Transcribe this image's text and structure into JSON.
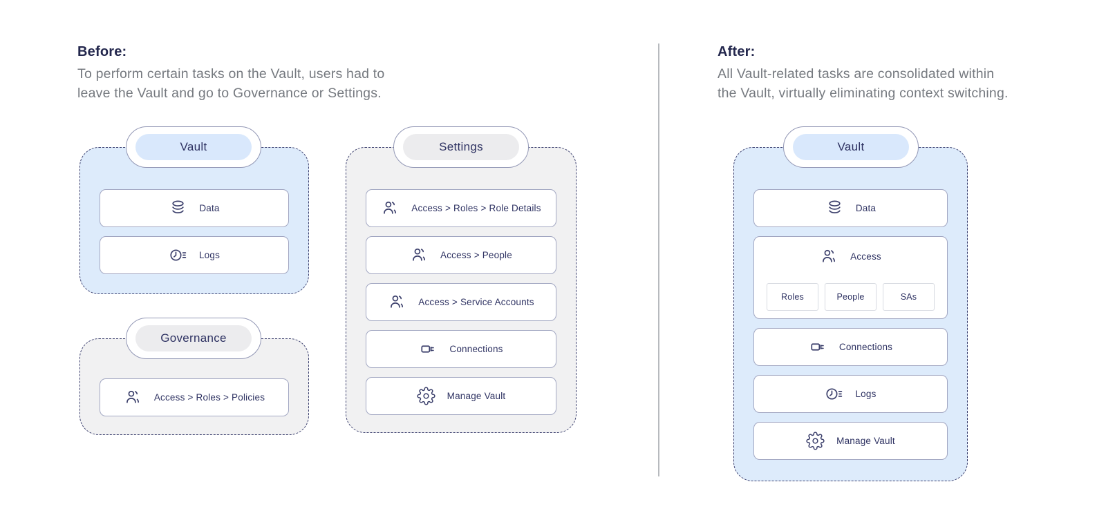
{
  "panels": {
    "before": {
      "heading": "Before:",
      "description_lines": [
        "To perform certain tasks on the Vault, users had to",
        "leave the Vault and go to Governance or Settings."
      ],
      "containers": {
        "vault": {
          "title": "Vault",
          "theme": "blue",
          "items": [
            {
              "icon": "database-icon",
              "label": "Data"
            },
            {
              "icon": "clock-lines-icon",
              "label": "Logs"
            }
          ]
        },
        "governance": {
          "title": "Governance",
          "theme": "gray",
          "items": [
            {
              "icon": "people-icon",
              "label": "Access > Roles > Policies"
            }
          ]
        },
        "settings": {
          "title": "Settings",
          "theme": "gray",
          "items": [
            {
              "icon": "people-icon",
              "label": "Access > Roles > Role Details"
            },
            {
              "icon": "people-icon",
              "label": "Access > People"
            },
            {
              "icon": "people-icon",
              "label": "Access > Service Accounts"
            },
            {
              "icon": "connector-icon",
              "label": "Connections"
            },
            {
              "icon": "gear-icon",
              "label": "Manage Vault"
            }
          ]
        }
      }
    },
    "after": {
      "heading": "After:",
      "description_lines": [
        "All Vault-related tasks are consolidated within",
        "the Vault, virtually eliminating context switching."
      ],
      "containers": {
        "vault": {
          "title": "Vault",
          "theme": "blue",
          "items": [
            {
              "icon": "database-icon",
              "label": "Data"
            },
            {
              "icon": "people-icon",
              "label": "Access",
              "chips": [
                "Roles",
                "People",
                "SAs"
              ]
            },
            {
              "icon": "connector-icon",
              "label": "Connections"
            },
            {
              "icon": "clock-lines-icon",
              "label": "Logs"
            },
            {
              "icon": "gear-icon",
              "label": "Manage Vault"
            }
          ]
        }
      }
    }
  },
  "colors": {
    "container_blue": "#ddebfb",
    "container_gray": "#f1f1f2",
    "dashed_border": "#3c406f",
    "card_border": "#a2a7c2",
    "chip_border": "#d7dae1",
    "navy_text": "#2e3262",
    "heading_text": "#23274d",
    "body_text": "#75797f",
    "divider_gray": "#b7babe"
  }
}
